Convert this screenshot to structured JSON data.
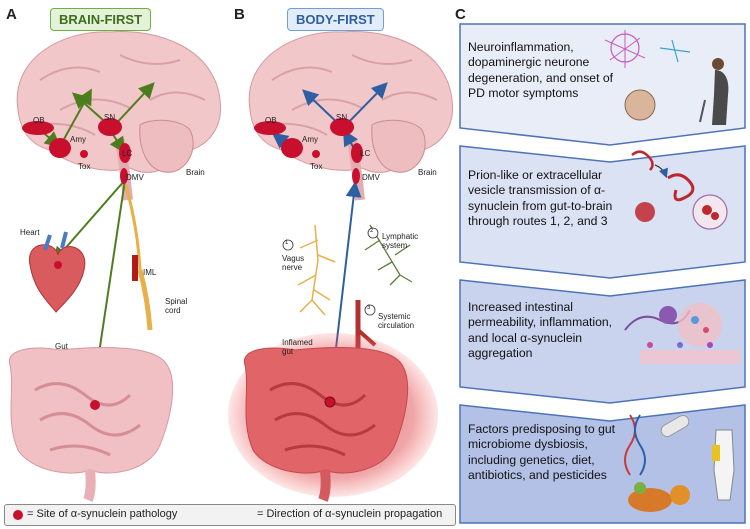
{
  "panels": {
    "a": {
      "letter": "A",
      "title": "BRAIN-FIRST"
    },
    "b": {
      "letter": "B",
      "title": "BODY-FIRST"
    },
    "c": {
      "letter": "C"
    }
  },
  "brain_labels": {
    "ob": "OB",
    "amy": "Amy",
    "sn": "SN",
    "lc": "LC",
    "tox": "Tox",
    "dmv": "DMV",
    "brain": "Brain"
  },
  "a_labels": {
    "heart": "Heart",
    "iml": "IML",
    "spinal_cord": "Spinal cord",
    "gut": "Gut"
  },
  "b_labels": {
    "route1_num": "1",
    "route1": "Vagus nerve",
    "route2_num": "2",
    "route2": "Lymphatic system",
    "route3_num": "3",
    "route3": "Systemic circulation",
    "inflamed_gut": "Inflamed gut"
  },
  "cards": [
    {
      "text": "Neuroinflammation, dopaminergic neurone degeneration, and onset of PD motor symptoms",
      "color": "#e9edf8"
    },
    {
      "text": "Prion-like or extracellular vesicle transmission of α-synuclein from gut-to-brain through routes 1, 2, and 3",
      "color": "#dbe2f3"
    },
    {
      "text": "Increased intestinal permeability, inflammation, and local α-synuclein aggregation",
      "color": "#c9d3ee"
    },
    {
      "text": "Factors predisposing to gut microbiome dysbiosis, including genetics, diet, antibiotics, and pesticides",
      "color": "#b4c1e6"
    }
  ],
  "legend": {
    "site": "= Site of α-synuclein pathology",
    "direction": "= Direction of α-synuclein propagation"
  },
  "colors": {
    "brain_first": "#4e7d1e",
    "body_first": "#2e5fa3",
    "pathology": "#c8102e"
  }
}
